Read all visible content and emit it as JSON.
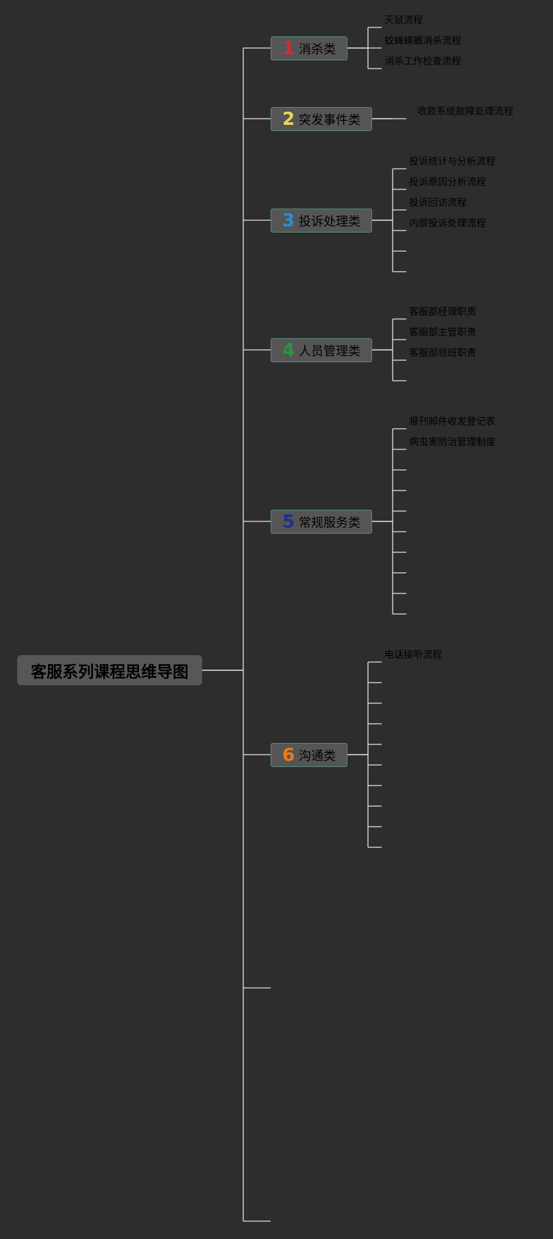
{
  "root": {
    "title": "客服系列课程思维导图"
  },
  "colors": {
    "background": "#2d2d2d",
    "line": "#e8e8e8",
    "node_fill": "#555555",
    "node_border": "#5a8a78"
  },
  "categories": [
    {
      "number": "1",
      "label": "消杀类",
      "number_color": "#d62a35",
      "items": [
        "灭鼠流程",
        "蚊蝇蟑螂消杀流程",
        "消杀工作检查流程"
      ],
      "blank_slots": 0
    },
    {
      "number": "2",
      "label": "突发事件类",
      "number_color": "#f2d45c",
      "items": [
        "收款系统故障处理流程"
      ],
      "blank_slots": 0
    },
    {
      "number": "3",
      "label": "投诉处理类",
      "number_color": "#2a8fd6",
      "items": [
        "投诉统计与分析流程",
        "投诉原因分析流程",
        "投诉回访流程",
        "内部投诉处理流程"
      ],
      "blank_slots": 2
    },
    {
      "number": "4",
      "label": "人员管理类",
      "number_color": "#1f9c3a",
      "items": [
        "客服部经理职责",
        "客服部主管职责",
        "客服部领班职责"
      ],
      "blank_slots": 1
    },
    {
      "number": "5",
      "label": "常规服务类",
      "number_color": "#1c2f8a",
      "items": [
        "报刊邮件收发登记表",
        "病虫害防治管理制度"
      ],
      "blank_slots": 8
    },
    {
      "number": "6",
      "label": "沟通类",
      "number_color": "#f07a18",
      "items": [
        "电话接听流程"
      ],
      "blank_slots": 9
    }
  ],
  "empty_branches": 2
}
